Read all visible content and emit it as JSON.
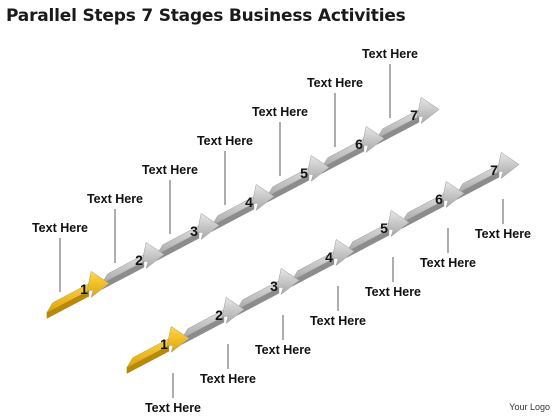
{
  "header": {
    "title": "Parallel Steps 7 Stages Business Activities"
  },
  "footer": {
    "logo_text": "Your Logo"
  },
  "colors": {
    "gold": "#f2b705",
    "gold_dark": "#b98a00",
    "gray": "#bfbfbf",
    "gray_dark": "#8c8c8c"
  },
  "diagram": {
    "upper_track": {
      "numbers": [
        "1",
        "2",
        "3",
        "4",
        "5",
        "6",
        "7"
      ],
      "labels": [
        "Text Here",
        "Text Here",
        "Text Here",
        "Text Here",
        "Text Here",
        "Text Here",
        "Text Here"
      ]
    },
    "lower_track": {
      "numbers": [
        "1",
        "2",
        "3",
        "4",
        "5",
        "6",
        "7"
      ],
      "labels": [
        "Text Here",
        "Text Here",
        "Text Here",
        "Text Here",
        "Text Here",
        "Text Here",
        "Text Here"
      ]
    }
  }
}
